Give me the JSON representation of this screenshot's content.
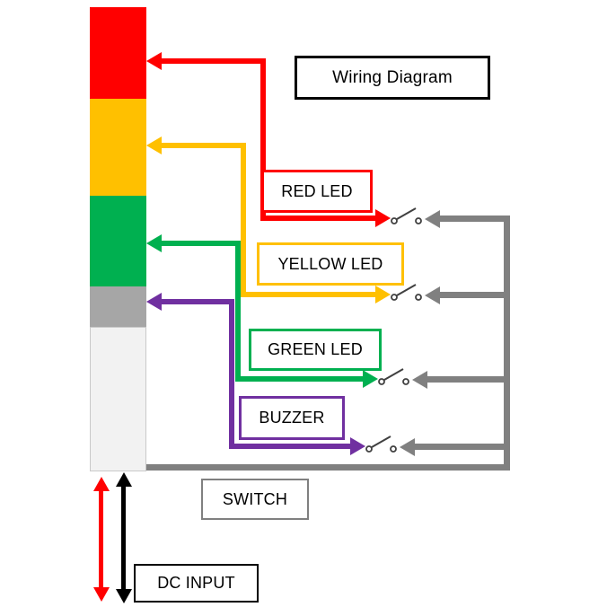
{
  "title": {
    "text": "Wiring Diagram"
  },
  "components": {
    "red_led": {
      "label": "RED LED"
    },
    "yellow_led": {
      "label": "YELLOW LED"
    },
    "green_led": {
      "label": "GREEN LED"
    },
    "buzzer": {
      "label": "BUZZER"
    },
    "switch": {
      "label": "SWITCH"
    },
    "dc_input": {
      "label": "DC INPUT"
    }
  },
  "colors": {
    "red": "#FF0000",
    "yellow": "#FFC000",
    "green": "#00B050",
    "purple": "#7030A0",
    "wire_gray": "#808080",
    "segment_gray": "#A6A6A6",
    "tower_body": "#F2F2F2",
    "ink": "#000000"
  },
  "wires": [
    {
      "name": "red-wire",
      "color": "#FF0000",
      "from": "red-tower-segment",
      "to": "switch-1"
    },
    {
      "name": "yellow-wire",
      "color": "#FFC000",
      "from": "yellow-tower-segment",
      "to": "switch-2"
    },
    {
      "name": "green-wire",
      "color": "#00B050",
      "from": "green-tower-segment",
      "to": "switch-3"
    },
    {
      "name": "purple-wire",
      "color": "#7030A0",
      "from": "buzzer-tower-segment",
      "to": "switch-4"
    },
    {
      "name": "gray-return-wire",
      "color": "#808080",
      "from": "tower-base",
      "to": "all-switches"
    }
  ]
}
